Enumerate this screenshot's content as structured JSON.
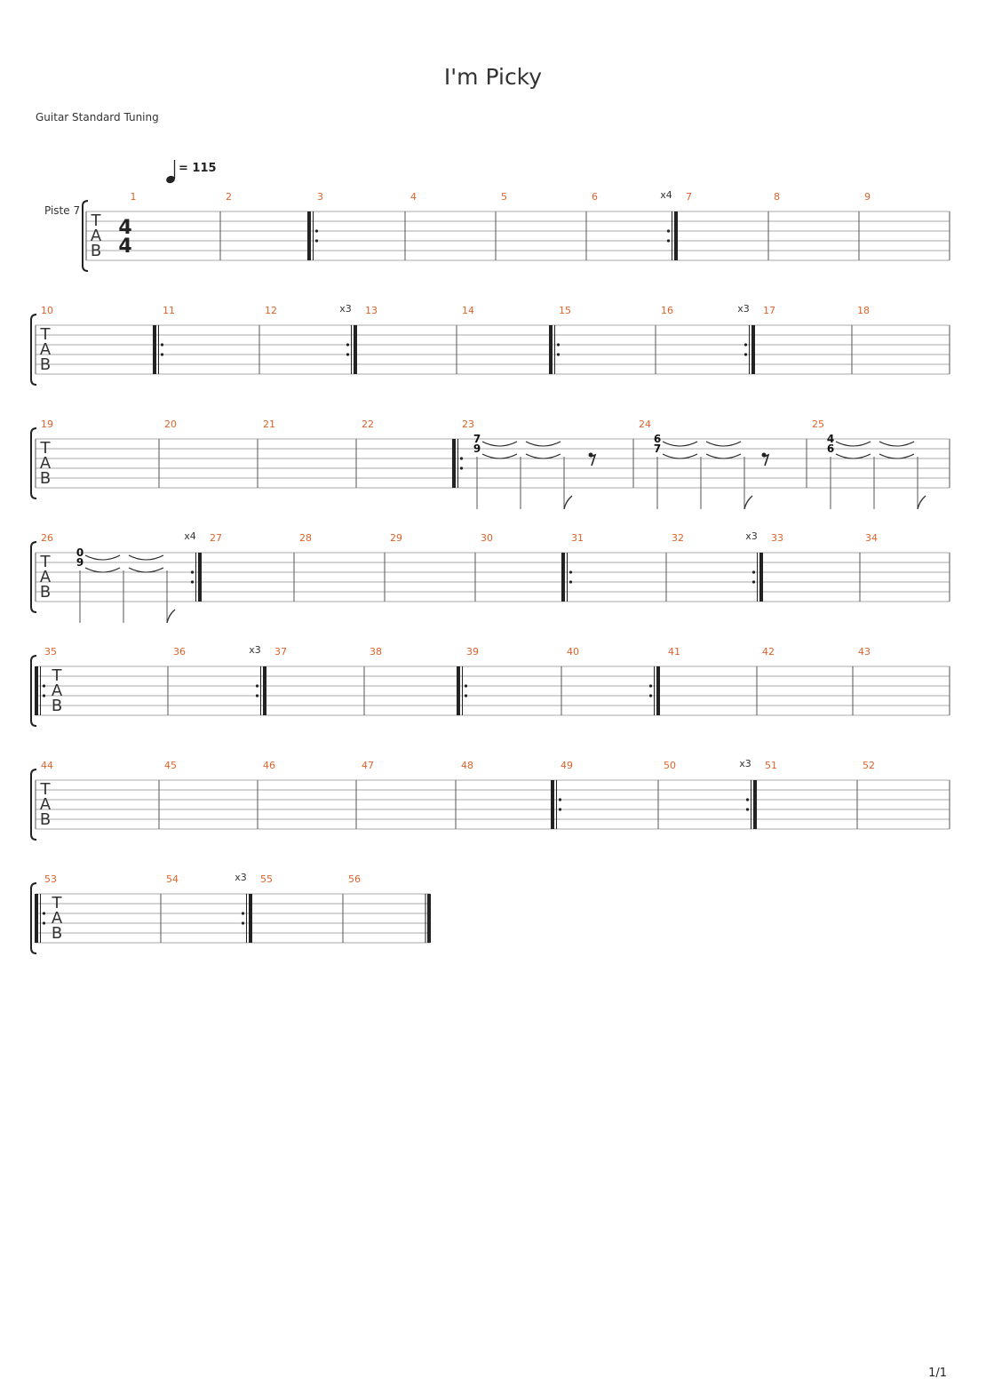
{
  "song": {
    "title": "I'm Picky"
  },
  "tuning": "Guitar Standard Tuning",
  "track": {
    "name": "Piste 7"
  },
  "tempo": {
    "bpm": "= 115"
  },
  "time_signature": {
    "top": "4",
    "bottom": "4"
  },
  "tab_letters": [
    "T",
    "A",
    "B"
  ],
  "page": {
    "label": "1/1"
  },
  "colors": {
    "measure_number": "#e0622a",
    "staff_line": "#aaaaaa",
    "barline": "#222222"
  },
  "systems": [
    {
      "first": 1,
      "count": 9
    },
    {
      "first": 10,
      "count": 9
    },
    {
      "first": 19,
      "count": 7
    },
    {
      "first": 26,
      "count": 9
    },
    {
      "first": 35,
      "count": 9
    },
    {
      "first": 44,
      "count": 9
    },
    {
      "first": 53,
      "count": 4
    }
  ],
  "repeats": [
    {
      "start": 3,
      "end": 6,
      "times": "x4"
    },
    {
      "start": 11,
      "end": 12,
      "times": "x3"
    },
    {
      "start": 15,
      "end": 16,
      "times": "x3"
    },
    {
      "start": 23,
      "end": 26,
      "times": "x4"
    },
    {
      "start": 31,
      "end": 32,
      "times": "x3"
    },
    {
      "start": 35,
      "end": 36,
      "times": "x3"
    },
    {
      "start": 39,
      "end": 40,
      "times": ""
    },
    {
      "start": 49,
      "end": 50,
      "times": "x3"
    },
    {
      "start": 53,
      "end": 54,
      "times": "x3"
    }
  ],
  "notes": [
    {
      "measure": 23,
      "chord": [
        "7",
        "9"
      ],
      "rest": "eighth"
    },
    {
      "measure": 24,
      "chord": [
        "6",
        "7"
      ],
      "rest": "eighth"
    },
    {
      "measure": 25,
      "chord": [
        "4",
        "6"
      ],
      "rest": ""
    },
    {
      "measure": 26,
      "chord": [
        "0",
        "9"
      ],
      "rest": ""
    }
  ]
}
